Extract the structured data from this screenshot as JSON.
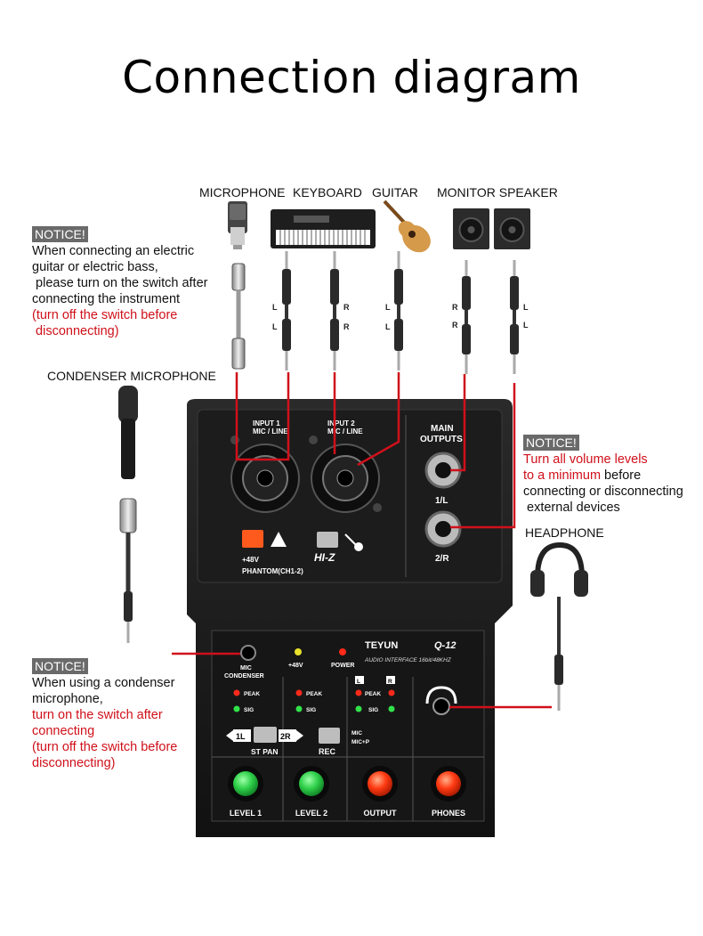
{
  "title": "Connection diagram",
  "devices": {
    "microphone": "MICROPHONE",
    "keyboard": "KEYBOARD",
    "guitar": "GUITAR",
    "monitor_speaker": "MONITOR SPEAKER",
    "condenser_microphone": "CONDENSER MICROPHONE",
    "headphone": "HEADPHONE"
  },
  "notices": {
    "top_left": {
      "badge": "NOTICE!",
      "lines": [
        "When connecting an electric",
        "guitar or electric bass,",
        " please turn on the switch after",
        "connecting the instrument"
      ],
      "red_lines": [
        "(turn off the switch before",
        " disconnecting)"
      ]
    },
    "right": {
      "badge": "NOTICE!",
      "red_line1": "Turn all volume levels",
      "red_line2": "to a minimum",
      "line2_rest": " before",
      "lines": [
        "connecting or disconnecting",
        " external devices"
      ]
    },
    "bottom_left": {
      "badge": "NOTICE!",
      "lines": [
        "When using a condenser",
        "microphone,"
      ],
      "red_lines": [
        "turn on the switch after",
        "connecting",
        "(turn off the switch before",
        "disconnecting)"
      ]
    }
  },
  "cable_marks": {
    "l": "L",
    "r": "R"
  },
  "device": {
    "input1_line1": "INPUT 1",
    "input1_line2": "MIC / LINE",
    "input2_line1": "INPUT 2",
    "input2_line2": "MIC / LINE",
    "main_outputs_line1": "MAIN",
    "main_outputs_line2": "OUTPUTS",
    "out1": "1/L",
    "out2": "2/R",
    "phantom_v": "+48V",
    "phantom_label": "PHANTOM(CH1-2)",
    "hiz": "HI-Z",
    "brand": "TEYUN",
    "model": "Q-12",
    "subtitle": "AUDIO INTERFACE 16bit/48KHZ",
    "mic_condenser_line1": "MIC",
    "mic_condenser_line2": "CONDENSER",
    "led_48v": "+48V",
    "led_power": "POWER",
    "peak": "PEAK",
    "sig": "SIG",
    "left_ch": "L",
    "right_ch": "R",
    "pan_left": "1L",
    "pan_right": "2R",
    "st_pan": "ST PAN",
    "rec": "REC",
    "rec_mic": "MIC",
    "rec_micp": "MIC+P",
    "knobs": [
      "LEVEL 1",
      "LEVEL 2",
      "OUTPUT",
      "PHONES"
    ]
  },
  "colors": {
    "notice_red": "#d0101a",
    "cable_red": "#d0101a",
    "knob_green": "#2fd04a",
    "knob_red": "#ff3a12",
    "phantom_orange": "#ff5a1e"
  }
}
